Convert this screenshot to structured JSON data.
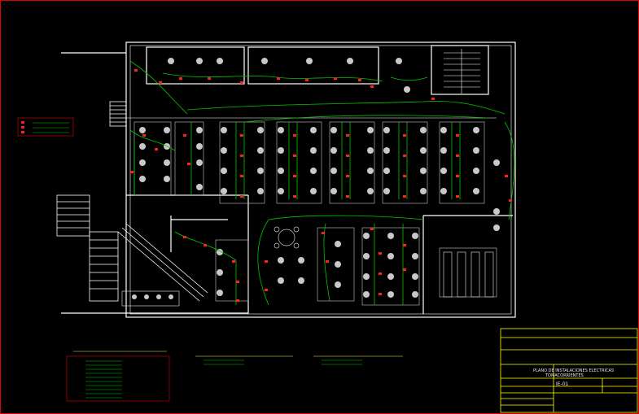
{
  "drawing": {
    "colors": {
      "background": "#000000",
      "walls": "#ffffff",
      "furniture": "#c8c8c8",
      "circuits": "#00c800",
      "devices": "#ff2020",
      "frame": "#e00000",
      "titleblock": "#ffff00",
      "schedule_box": "#e00000"
    },
    "icons": [
      "outlet-symbol",
      "circuit-wire",
      "workstation-chair",
      "stair-symbol"
    ]
  },
  "title_block": {
    "plan_title_line1": "PLANO DE INSTALACIONES ELECTRICAS",
    "plan_title_line2": "TOMACORRIENTES",
    "sheet_number": "IE-01"
  }
}
